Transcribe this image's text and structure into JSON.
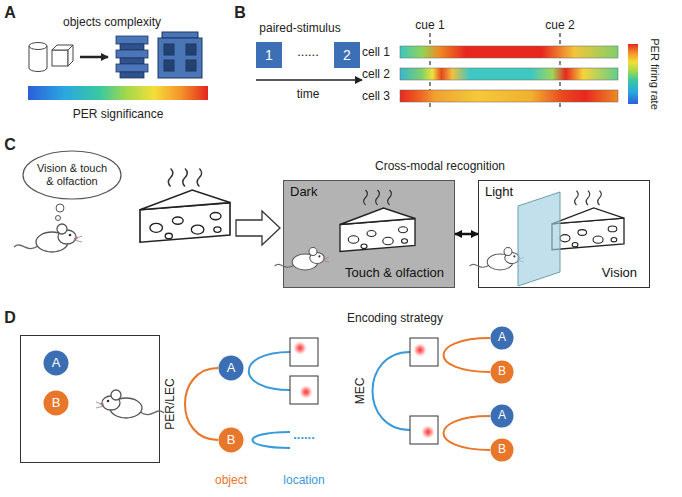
{
  "diagram": {
    "nodes": [
      {
        "text": [
          "1"
        ]
      },
      {
        "text": [
          "2"
        ]
      },
      {
        "text": [
          "Vision & touch & olfaction"
        ]
      },
      {
        "text": [
          "Dark",
          "Touch & olfaction"
        ]
      },
      {
        "text": [
          "Light",
          "Vision"
        ]
      },
      {
        "text": []
      },
      {
        "text": [
          "A"
        ],
        "in": 5
      },
      {
        "text": [
          "B"
        ],
        "in": 5
      },
      {
        "text": [
          "A"
        ]
      },
      {
        "text": [
          "B"
        ]
      },
      {
        "text": [
          "A"
        ]
      },
      {
        "text": [
          "B"
        ]
      },
      {
        "text": [
          "A"
        ]
      },
      {
        "text": [
          "B"
        ]
      }
    ],
    "edges": [
      {
        "from": 3,
        "to": 4,
        "arrow": "both"
      }
    ],
    "labels": [
      "A",
      "objects complexity",
      "PER significance",
      "B",
      "paired-stimulus",
      "......",
      "time",
      "cue 1",
      "cue 2",
      "cell 1",
      "cell 2",
      "cell 3",
      "PER firing rate",
      "C",
      "Cross-modal recognition",
      "D",
      "Encoding strategy",
      "PER/LEC",
      "MEC",
      "object",
      "location",
      "......"
    ]
  }
}
